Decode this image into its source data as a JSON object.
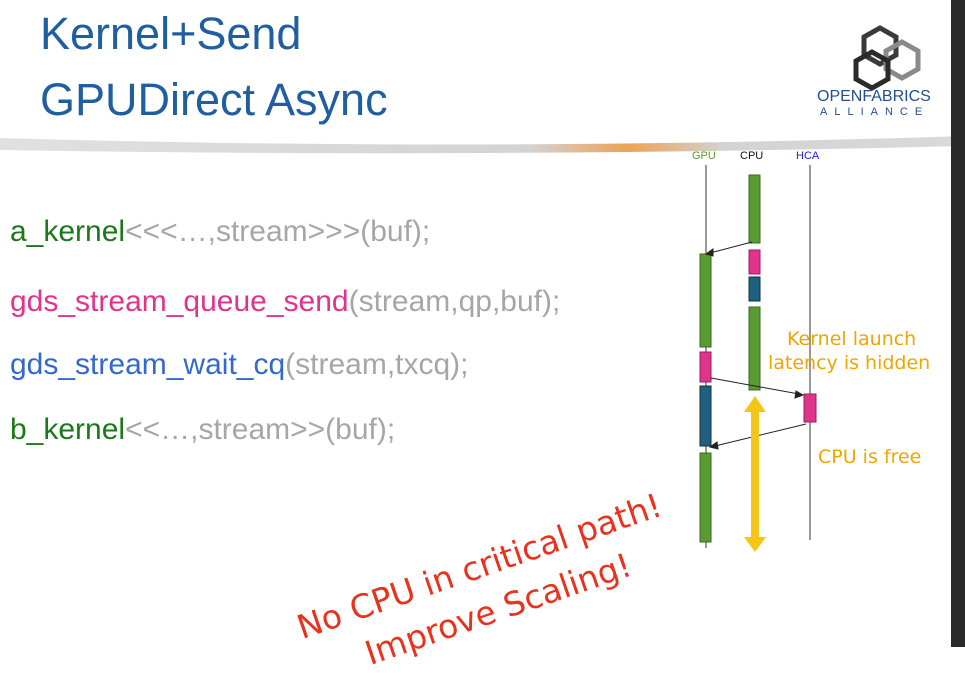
{
  "title": {
    "line1": "Kernel+Send",
    "line2": "GPUDirect Async"
  },
  "logo": {
    "word_open": "OPEN",
    "word_fabrics": "FABRICS",
    "sub": "ALLIANCE"
  },
  "code": [
    {
      "fn": "a_kernel",
      "args": "<<<…,stream>>>(buf);"
    },
    {
      "fn": "gds_stream_queue_send",
      "args": "(stream,qp,buf);"
    },
    {
      "fn": "gds_stream_wait_cq",
      "args": "(stream,txcq);"
    },
    {
      "fn": "b_kernel",
      "args": "<<…,stream>>(buf);"
    }
  ],
  "lanes": {
    "gpu": "GPU",
    "cpu": "CPU",
    "hca": "HCA"
  },
  "notes": {
    "launch_line1": "Kernel launch",
    "launch_line2": "latency is hidden",
    "free": "CPU is free"
  },
  "stamp": {
    "line1": "No CPU in critical path!",
    "line2": "Improve Scaling!"
  },
  "colors": {
    "title": "#1f5f9f",
    "green": "#5a9a32",
    "pink": "#e0348c",
    "navy": "#1f5f7f",
    "yellow": "#f5c518",
    "red": "#e8321e",
    "orange": "#f0a500"
  }
}
